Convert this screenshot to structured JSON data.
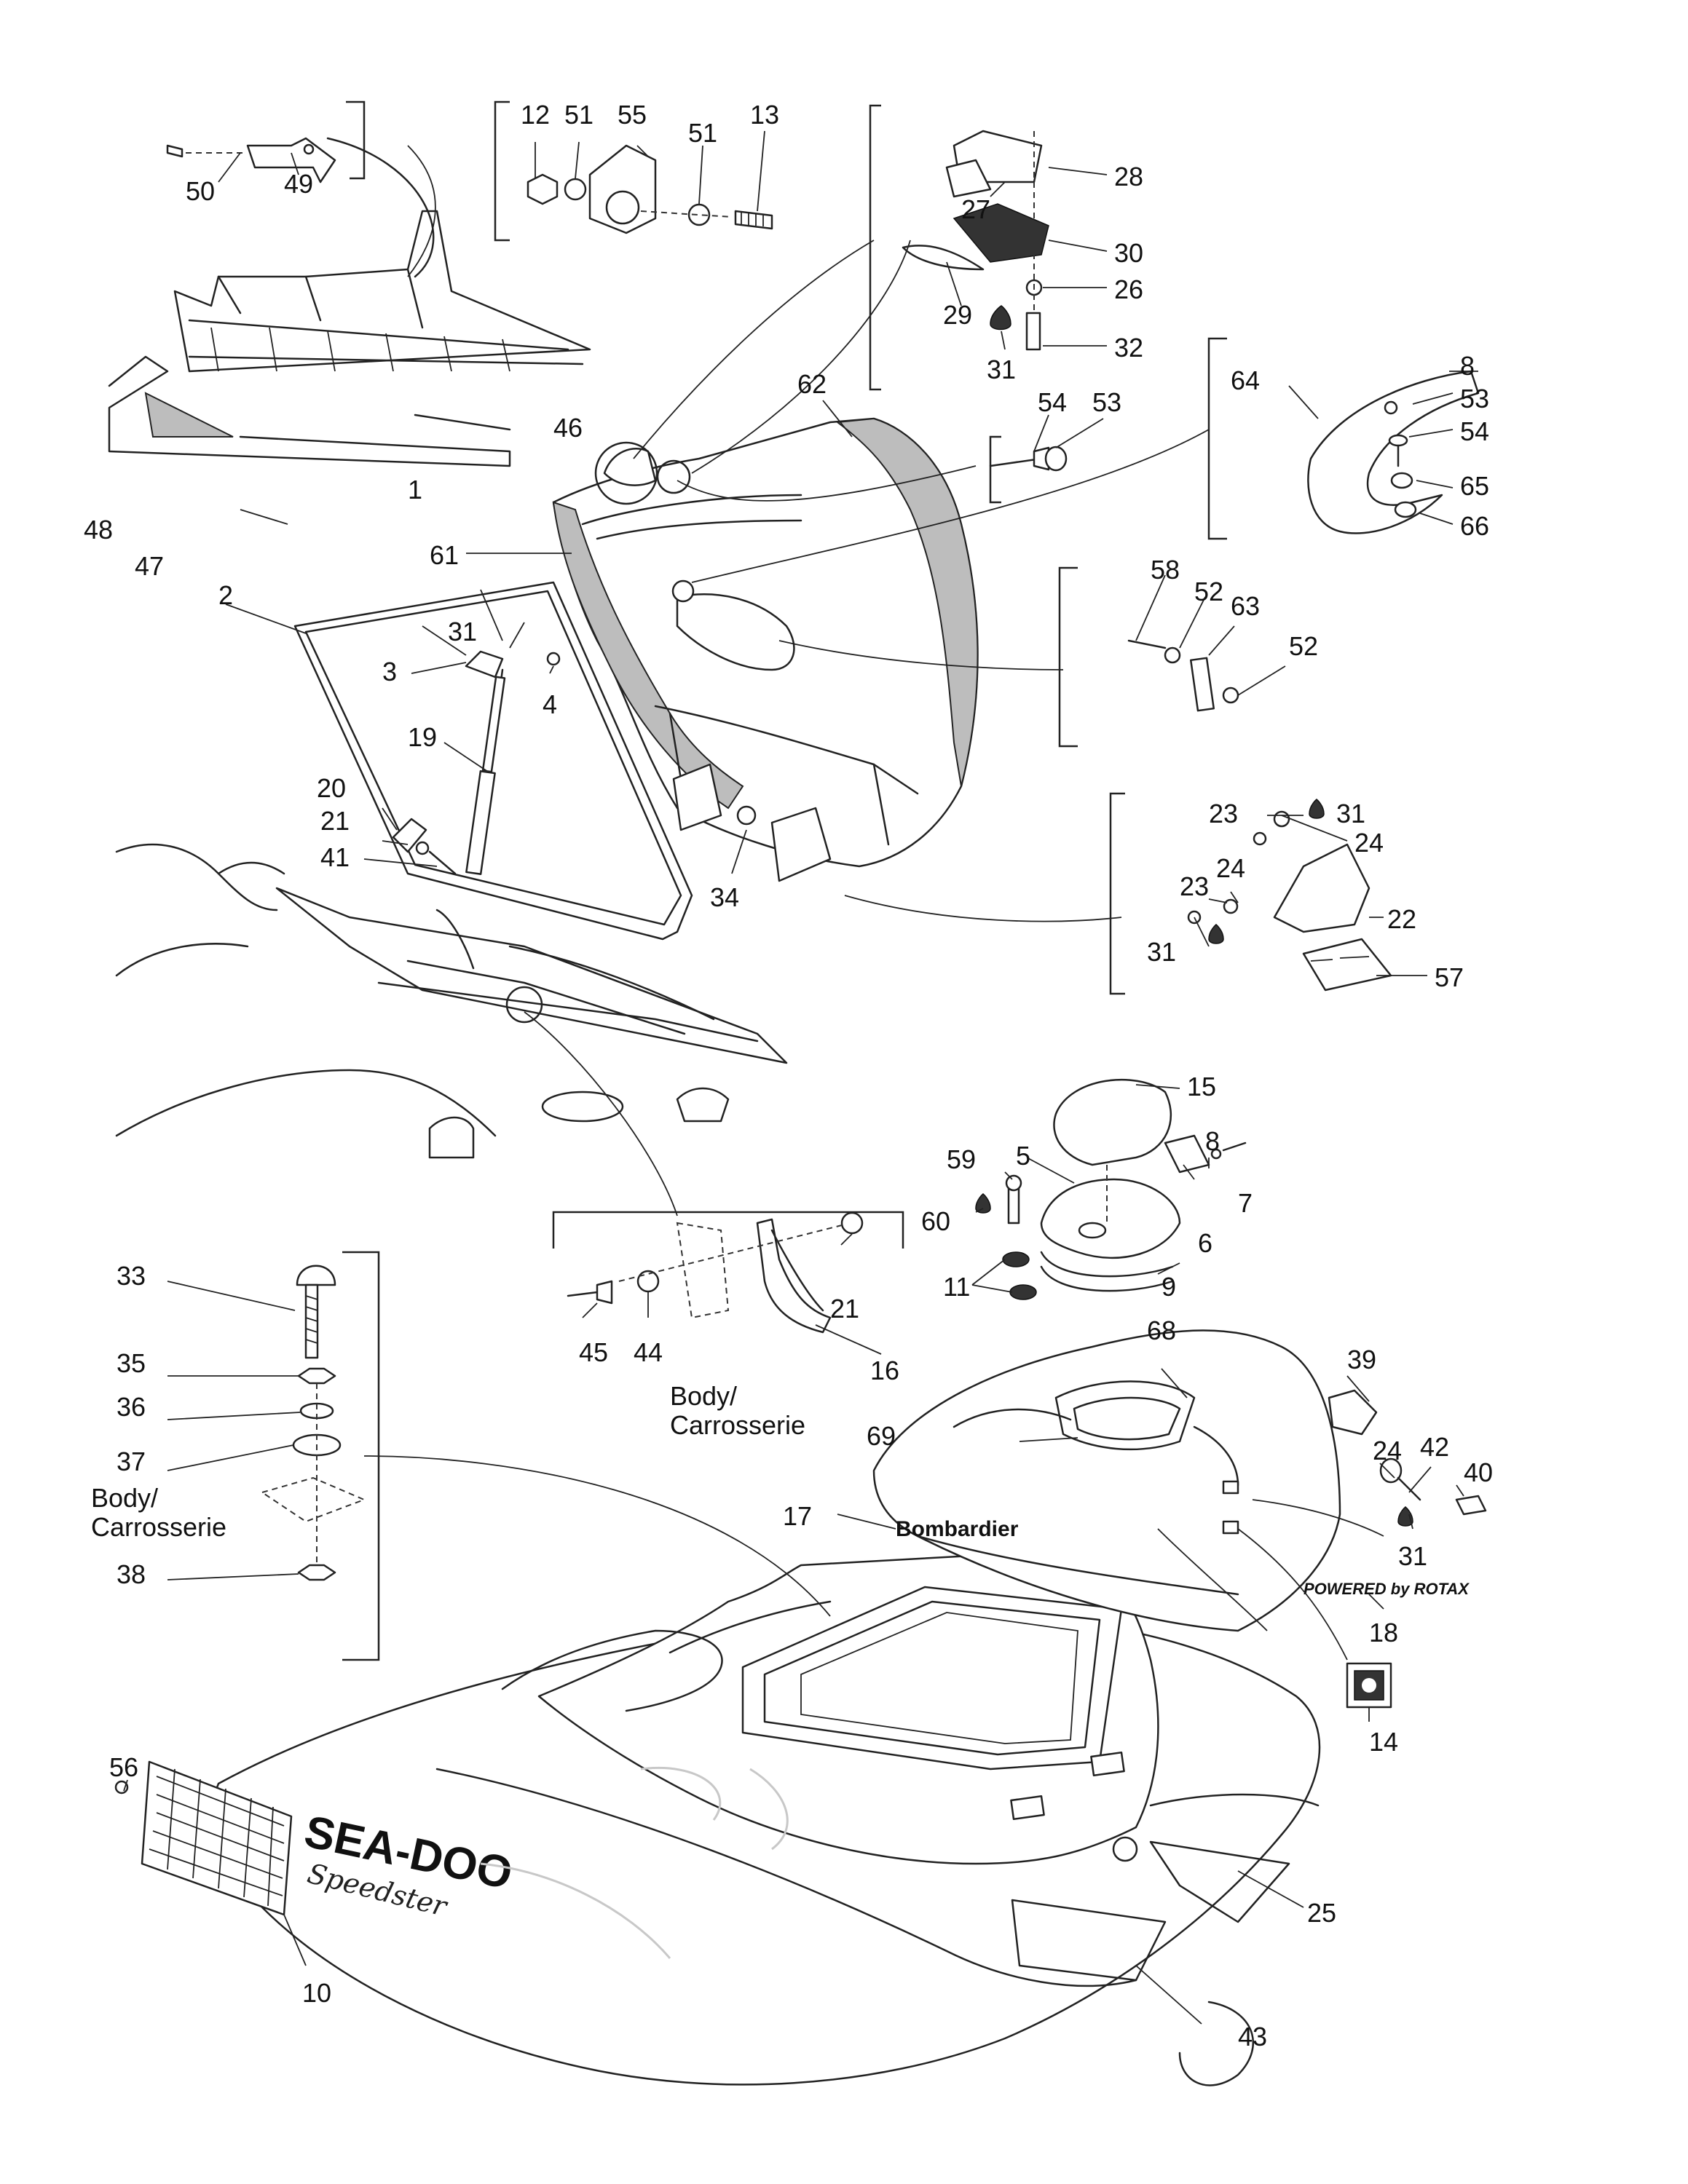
{
  "callouts": [
    {
      "id": "c1",
      "text": "1"
    },
    {
      "id": "c2",
      "text": "2"
    },
    {
      "id": "c3",
      "text": "3"
    },
    {
      "id": "c4",
      "text": "4"
    },
    {
      "id": "c5",
      "text": "5"
    },
    {
      "id": "c6",
      "text": "6"
    },
    {
      "id": "c7",
      "text": "7"
    },
    {
      "id": "c8a",
      "text": "8"
    },
    {
      "id": "c8b",
      "text": "8"
    },
    {
      "id": "c9",
      "text": "9"
    },
    {
      "id": "c10",
      "text": "10"
    },
    {
      "id": "c11",
      "text": "11"
    },
    {
      "id": "c12",
      "text": "12"
    },
    {
      "id": "c13",
      "text": "13"
    },
    {
      "id": "c14",
      "text": "14"
    },
    {
      "id": "c15",
      "text": "15"
    },
    {
      "id": "c16",
      "text": "16"
    },
    {
      "id": "c17",
      "text": "17"
    },
    {
      "id": "c18",
      "text": "18"
    },
    {
      "id": "c19",
      "text": "19"
    },
    {
      "id": "c20",
      "text": "20"
    },
    {
      "id": "c21a",
      "text": "21"
    },
    {
      "id": "c21b",
      "text": "21"
    },
    {
      "id": "c22",
      "text": "22"
    },
    {
      "id": "c23a",
      "text": "23"
    },
    {
      "id": "c23b",
      "text": "23"
    },
    {
      "id": "c24a",
      "text": "24"
    },
    {
      "id": "c24b",
      "text": "24"
    },
    {
      "id": "c24c",
      "text": "24"
    },
    {
      "id": "c25",
      "text": "25"
    },
    {
      "id": "c26",
      "text": "26"
    },
    {
      "id": "c27",
      "text": "27"
    },
    {
      "id": "c28",
      "text": "28"
    },
    {
      "id": "c29",
      "text": "29"
    },
    {
      "id": "c30",
      "text": "30"
    },
    {
      "id": "c31a",
      "text": "31"
    },
    {
      "id": "c31b",
      "text": "31"
    },
    {
      "id": "c31c",
      "text": "31"
    },
    {
      "id": "c31d",
      "text": "31"
    },
    {
      "id": "c31e",
      "text": "31"
    },
    {
      "id": "c32",
      "text": "32"
    },
    {
      "id": "c33",
      "text": "33"
    },
    {
      "id": "c34",
      "text": "34"
    },
    {
      "id": "c35",
      "text": "35"
    },
    {
      "id": "c36",
      "text": "36"
    },
    {
      "id": "c37",
      "text": "37"
    },
    {
      "id": "c38",
      "text": "38"
    },
    {
      "id": "c39",
      "text": "39"
    },
    {
      "id": "c40",
      "text": "40"
    },
    {
      "id": "c41",
      "text": "41"
    },
    {
      "id": "c42",
      "text": "42"
    },
    {
      "id": "c43",
      "text": "43"
    },
    {
      "id": "c44",
      "text": "44"
    },
    {
      "id": "c45",
      "text": "45"
    },
    {
      "id": "c46",
      "text": "46"
    },
    {
      "id": "c47",
      "text": "47"
    },
    {
      "id": "c48",
      "text": "48"
    },
    {
      "id": "c49",
      "text": "49"
    },
    {
      "id": "c50",
      "text": "50"
    },
    {
      "id": "c51a",
      "text": "51"
    },
    {
      "id": "c51b",
      "text": "51"
    },
    {
      "id": "c52a",
      "text": "52"
    },
    {
      "id": "c52b",
      "text": "52"
    },
    {
      "id": "c53a",
      "text": "53"
    },
    {
      "id": "c53b",
      "text": "53"
    },
    {
      "id": "c54a",
      "text": "54"
    },
    {
      "id": "c54b",
      "text": "54"
    },
    {
      "id": "c55",
      "text": "55"
    },
    {
      "id": "c56",
      "text": "56"
    },
    {
      "id": "c57",
      "text": "57"
    },
    {
      "id": "c58",
      "text": "58"
    },
    {
      "id": "c59",
      "text": "59"
    },
    {
      "id": "c60",
      "text": "60"
    },
    {
      "id": "c61",
      "text": "61"
    },
    {
      "id": "c62",
      "text": "62"
    },
    {
      "id": "c63",
      "text": "63"
    },
    {
      "id": "c64",
      "text": "64"
    },
    {
      "id": "c65",
      "text": "65"
    },
    {
      "id": "c66",
      "text": "66"
    },
    {
      "id": "c68",
      "text": "68"
    },
    {
      "id": "c69",
      "text": "69"
    }
  ],
  "notes": {
    "body_line1": "Body/",
    "body_line2": "Carrosserie"
  },
  "logos": {
    "bombardier": "Bombardier",
    "seadoo": "SEA-DOO",
    "speedster": "Speedster",
    "rotax": "POWERED by ROTAX"
  }
}
